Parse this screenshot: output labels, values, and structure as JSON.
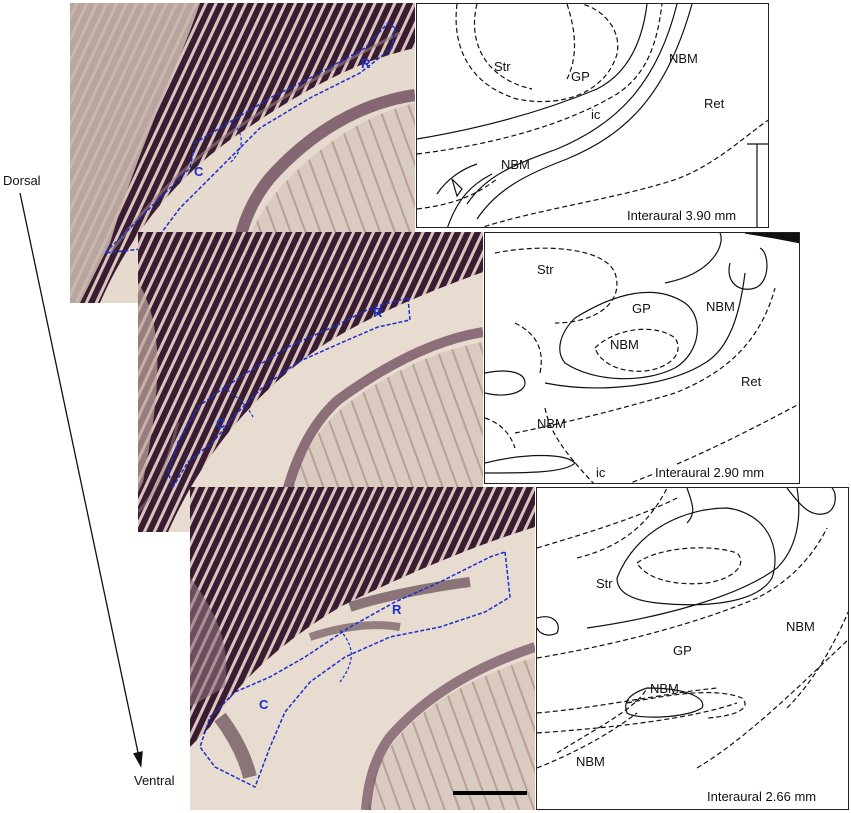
{
  "orientation": {
    "top_label": "Dorsal",
    "bottom_label": "Ventral"
  },
  "sections": [
    {
      "interaural": "Interaural 3.90 mm",
      "atlas_labels": {
        "str": "Str",
        "gp": "GP",
        "nbm_a": "NBM",
        "ret": "Ret",
        "ic": "ic",
        "nbm_b": "NBM"
      },
      "roi_labels": {
        "r": "R",
        "c": "C"
      }
    },
    {
      "interaural": "Interaural 2.90 mm",
      "atlas_labels": {
        "str": "Str",
        "gp": "GP",
        "nbm_a": "NBM",
        "nbm_inner": "NBM",
        "ret": "Ret",
        "nbm_b": "NBM",
        "ic": "ic"
      },
      "roi_labels": {
        "r": "R",
        "c": "C"
      }
    },
    {
      "interaural": "Interaural 2.66 mm",
      "atlas_labels": {
        "str": "Str",
        "nbm_a": "NBM",
        "gp": "GP",
        "nbm_inner": "NBM",
        "nbm_b": "NBM"
      },
      "roi_labels": {
        "r": "R",
        "c": "C"
      }
    }
  ],
  "colors": {
    "roi_outline": "#1a2ed0",
    "tissue_light": "#e9ddd2",
    "tissue_dark": "#5a3650",
    "atlas_line": "#111111"
  }
}
